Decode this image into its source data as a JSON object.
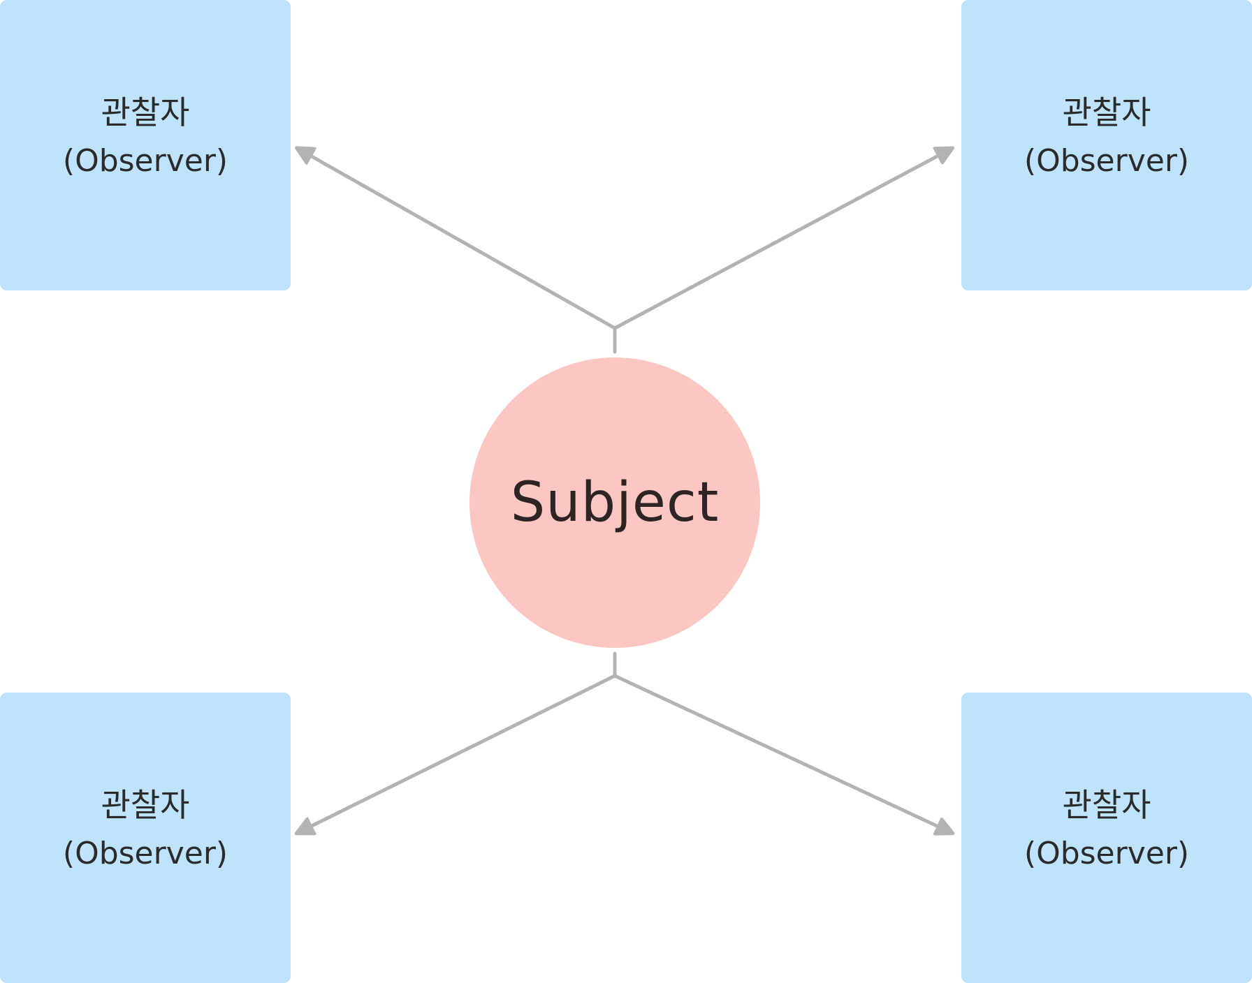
{
  "subject": {
    "label": "Subject",
    "fill": "#fcc6c2"
  },
  "observers": [
    {
      "label_ko": "관찰자",
      "label_en": "(Observer)"
    },
    {
      "label_ko": "관찰자",
      "label_en": "(Observer)"
    },
    {
      "label_ko": "관찰자",
      "label_en": "(Observer)"
    },
    {
      "label_ko": "관찰자",
      "label_en": "(Observer)"
    }
  ],
  "colors": {
    "observer_fill": "#bfe3fc",
    "arrow": "#b3b3b3",
    "text": "#2b2b2b"
  }
}
